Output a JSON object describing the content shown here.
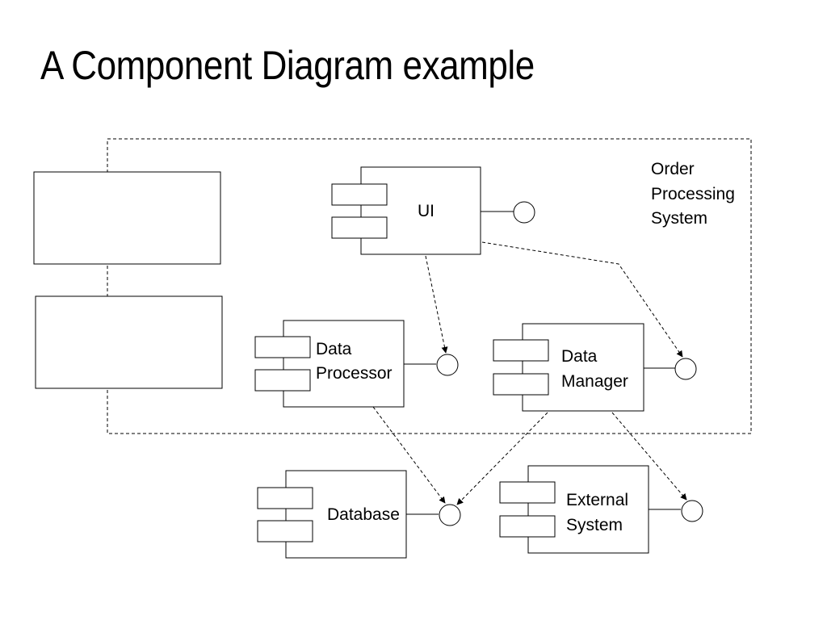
{
  "title": "A Component Diagram example",
  "diagram": {
    "system_boundary": {
      "label_lines": [
        "Order",
        "Processing",
        "System"
      ]
    },
    "components": {
      "ui": {
        "label_lines": [
          "UI"
        ]
      },
      "data_processor": {
        "label_lines": [
          "Data",
          "Processor"
        ]
      },
      "data_manager": {
        "label_lines": [
          "Data",
          "Manager"
        ]
      },
      "database": {
        "label_lines": [
          "Database"
        ]
      },
      "external_system": {
        "label_lines": [
          "External",
          "System"
        ]
      }
    },
    "dependencies": [
      {
        "from": "UI",
        "to": "Data Processor interface"
      },
      {
        "from": "UI",
        "to": "Data Manager interface"
      },
      {
        "from": "Data Processor",
        "to": "Database interface"
      },
      {
        "from": "Data Manager",
        "to": "Database interface"
      },
      {
        "from": "Data Manager",
        "to": "External System interface"
      }
    ],
    "colors": {
      "stroke": "#000000",
      "background": "#ffffff"
    }
  }
}
